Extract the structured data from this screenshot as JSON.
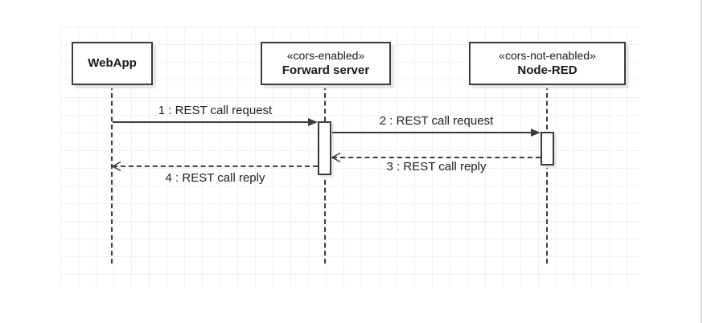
{
  "diagram": {
    "type": "uml-sequence",
    "actors": [
      {
        "stereotype": "",
        "name": "WebApp"
      },
      {
        "stereotype": "«cors-enabled»",
        "name": "Forward server"
      },
      {
        "stereotype": "«cors-not-enabled»",
        "name": "Node-RED"
      }
    ],
    "messages": [
      {
        "label": "1 : REST call request",
        "from": "WebApp",
        "to": "Forward server",
        "style": "solid",
        "arrowhead": "filled"
      },
      {
        "label": "2 : REST call request",
        "from": "Forward server",
        "to": "Node-RED",
        "style": "solid",
        "arrowhead": "filled"
      },
      {
        "label": "3 : REST call reply",
        "from": "Node-RED",
        "to": "Forward server",
        "style": "dashed",
        "arrowhead": "open"
      },
      {
        "label": "4 : REST call reply",
        "from": "Forward server",
        "to": "WebApp",
        "style": "dashed",
        "arrowhead": "open"
      }
    ],
    "colors": {
      "shape_border": "#3b3b3b",
      "shape_fill": "#ffffff",
      "text": "#1a1a1a",
      "grid_line": "#f1f1f1",
      "shadow": "#e7e7e7",
      "canvas_background": "#ffffff"
    }
  }
}
